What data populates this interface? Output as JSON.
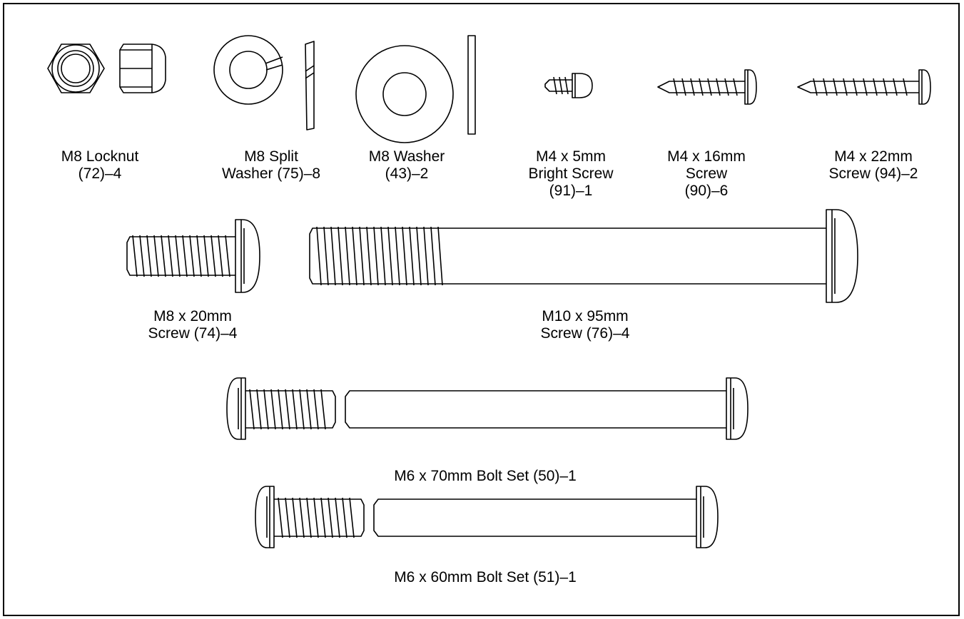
{
  "parts": [
    {
      "id": "locknut",
      "lines": [
        "M8 Locknut",
        "(72)–4"
      ]
    },
    {
      "id": "split-washer",
      "lines": [
        "M8 Split",
        "Washer (75)–8"
      ]
    },
    {
      "id": "washer",
      "lines": [
        "M8 Washer",
        "(43)–2"
      ]
    },
    {
      "id": "m4x5-screw",
      "lines": [
        "M4 x 5mm",
        "Bright Screw",
        "(91)–1"
      ]
    },
    {
      "id": "m4x16-screw",
      "lines": [
        "M4 x 16mm",
        "Screw",
        "(90)–6"
      ]
    },
    {
      "id": "m4x22-screw",
      "lines": [
        "M4 x 22mm",
        "Screw (94)–2"
      ]
    },
    {
      "id": "m8x20-screw",
      "lines": [
        "M8 x 20mm",
        "Screw (74)–4"
      ]
    },
    {
      "id": "m10x95-screw",
      "lines": [
        "M10 x 95mm",
        "Screw (76)–4"
      ]
    },
    {
      "id": "m6x70-bolt-set",
      "lines": [
        "M6 x 70mm Bolt Set (50)–1"
      ]
    },
    {
      "id": "m6x60-bolt-set",
      "lines": [
        "M6 x 60mm Bolt Set (51)–1"
      ]
    }
  ],
  "colors": {
    "line": "#000000",
    "background": "#ffffff"
  }
}
